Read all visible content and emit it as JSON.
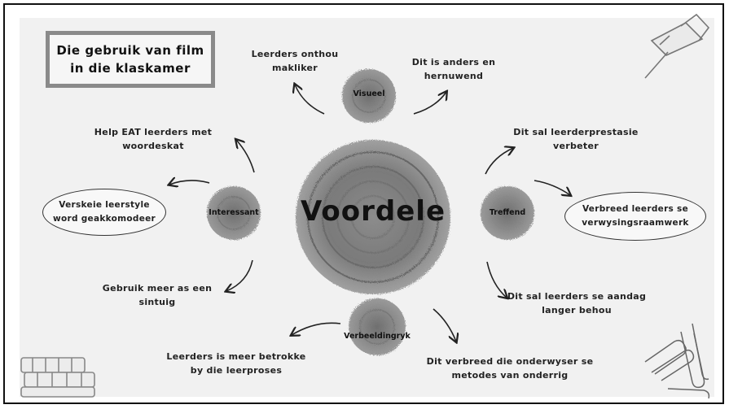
{
  "title": "Die gebruik van film in die klaskamer",
  "center": "Voordele",
  "nodes": {
    "visueel": "Visueel",
    "interessant": "Interessant",
    "treffend": "Treffend",
    "verbeeldingryk": "Verbeeldingryk"
  },
  "statements": {
    "visueel_left": "Leerders onthou makliker",
    "visueel_right": "Dit is anders en hernuwend",
    "interessant_top": "Help EAT leerders met woordeskat",
    "interessant_left": "Verskeie leerstyle word geakkomodeer",
    "interessant_bottom": "Gebruik meer as een sintuig",
    "treffend_top": "Dit sal leerderprestasie verbeter",
    "treffend_right": "Verbreed leerders se verwysingsraamwerk",
    "treffend_bottom": "Dit sal leerders se aandag langer behou",
    "verbeeldingryk_left": "Leerders is meer betrokke by die leerproses",
    "verbeeldingryk_right": "Dit verbreed die onderwyser se metodes van onderrig"
  },
  "decorations": {
    "pin": "push-pin-icon",
    "clips": "paperclips-icon",
    "books": "books-icon"
  }
}
